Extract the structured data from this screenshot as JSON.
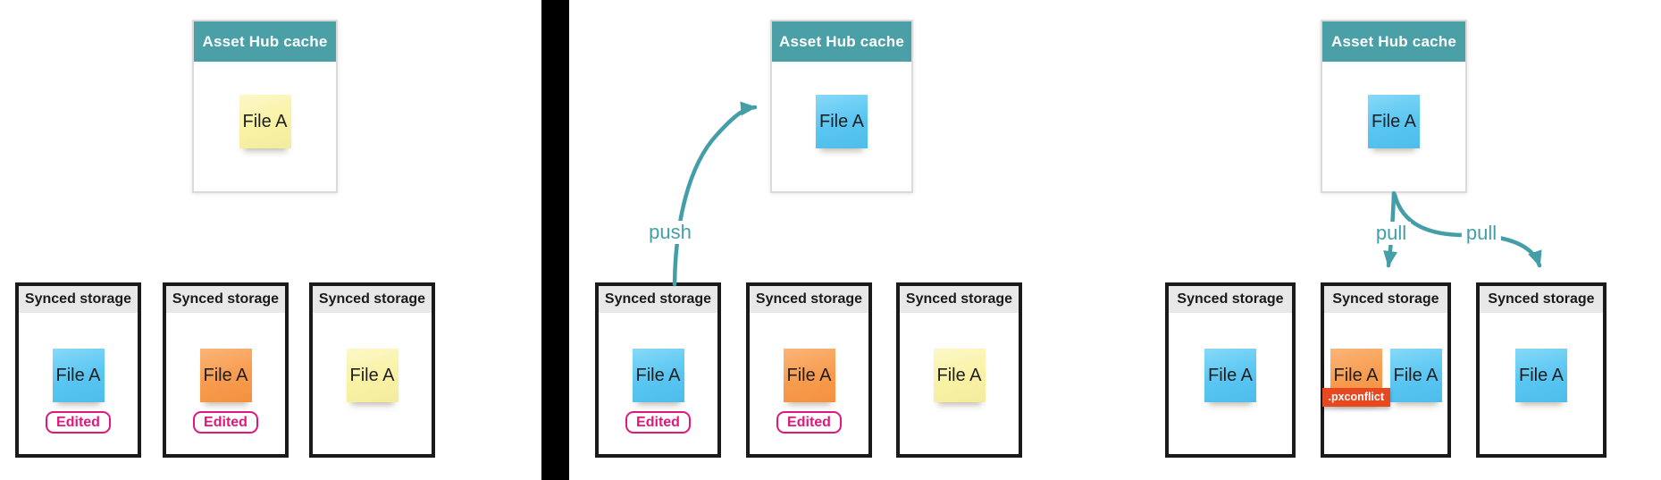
{
  "diagram": {
    "description": "Asset Hub cache push/pull sync diagram with three states",
    "colors": {
      "cache_header_teal": "#4aa0a6",
      "arrow_teal": "#449ea7",
      "storage_header_gray": "#e8e8e8",
      "storage_border": "#1a1a1a",
      "sticky_blue": "#58c5f2",
      "sticky_orange": "#f89b4e",
      "sticky_yellow": "#f9f2a4",
      "edited_pink": "#e0187c",
      "conflict_red": "#e6491f",
      "divider_black": "#000000"
    }
  },
  "panels": [
    {
      "cache": {
        "title": "Asset Hub cache",
        "file": {
          "label": "File A",
          "color": "yellow"
        }
      },
      "storages": [
        {
          "title": "Synced storage",
          "files": [
            {
              "label": "File A",
              "color": "blue"
            }
          ],
          "badge": "Edited"
        },
        {
          "title": "Synced storage",
          "files": [
            {
              "label": "File A",
              "color": "orange"
            }
          ],
          "badge": "Edited"
        },
        {
          "title": "Synced storage",
          "files": [
            {
              "label": "File A",
              "color": "yellow"
            }
          ]
        }
      ]
    },
    {
      "arrow_label": "push",
      "cache": {
        "title": "Asset Hub cache",
        "file": {
          "label": "File A",
          "color": "blue"
        }
      },
      "storages": [
        {
          "title": "Synced storage",
          "files": [
            {
              "label": "File A",
              "color": "blue"
            }
          ],
          "badge": "Edited"
        },
        {
          "title": "Synced storage",
          "files": [
            {
              "label": "File A",
              "color": "orange"
            }
          ],
          "badge": "Edited"
        },
        {
          "title": "Synced storage",
          "files": [
            {
              "label": "File A",
              "color": "yellow"
            }
          ]
        }
      ]
    },
    {
      "arrow_labels": [
        "pull",
        "pull"
      ],
      "cache": {
        "title": "Asset Hub cache",
        "file": {
          "label": "File A",
          "color": "blue"
        }
      },
      "storages": [
        {
          "title": "Synced storage",
          "files": [
            {
              "label": "File A",
              "color": "blue"
            }
          ]
        },
        {
          "title": "Synced storage",
          "files": [
            {
              "label": "File A",
              "color": "orange",
              "conflict_badge": ".pxconflict"
            },
            {
              "label": "File A",
              "color": "blue"
            }
          ]
        },
        {
          "title": "Synced storage",
          "files": [
            {
              "label": "File A",
              "color": "blue"
            }
          ]
        }
      ]
    }
  ]
}
